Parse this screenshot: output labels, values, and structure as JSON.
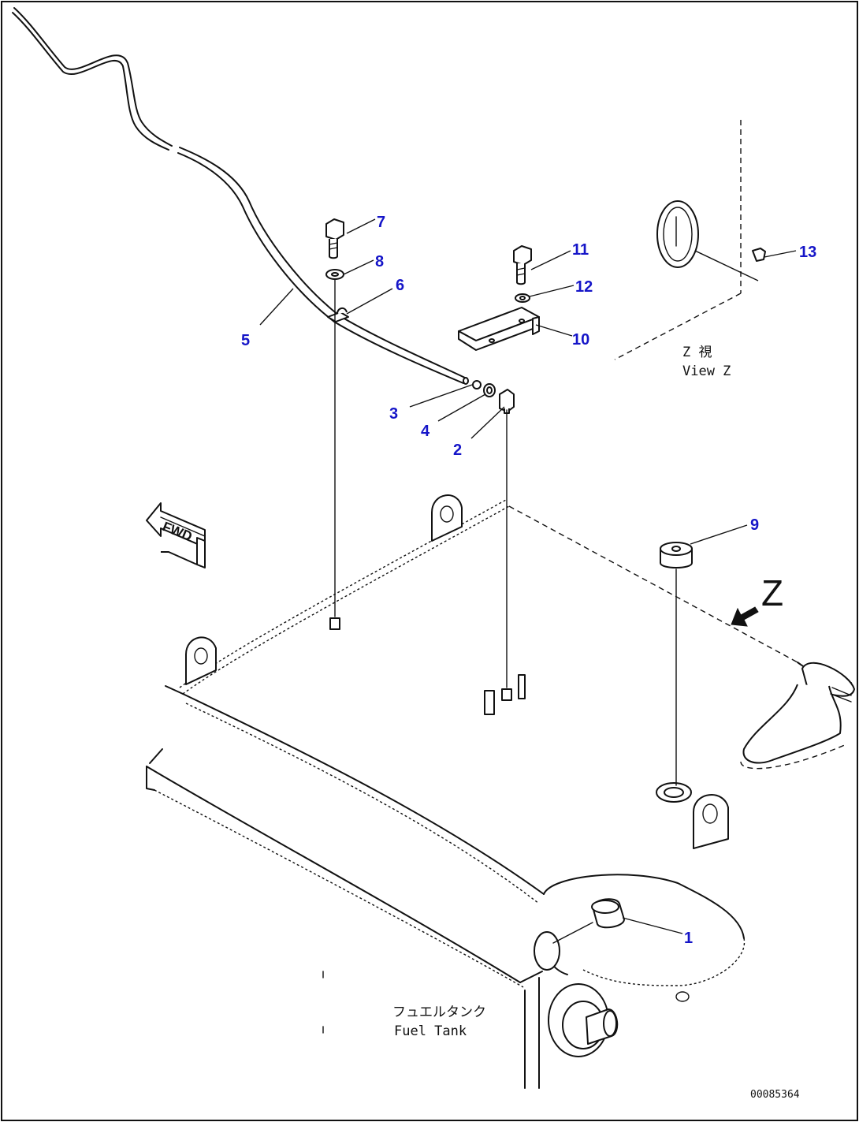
{
  "callouts": [
    "1",
    "2",
    "3",
    "4",
    "5",
    "6",
    "7",
    "8",
    "9",
    "10",
    "11",
    "12",
    "13"
  ],
  "view_label_jp": "Z 視",
  "view_label_en": "View Z",
  "view_arrow_letter": "Z",
  "fwd_label": "FWD",
  "part_label_jp": "フュエルタンク",
  "part_label_en": "Fuel Tank",
  "drawing_number": "00085364",
  "colors": {
    "callout": "#1515c8",
    "line": "#111111"
  }
}
